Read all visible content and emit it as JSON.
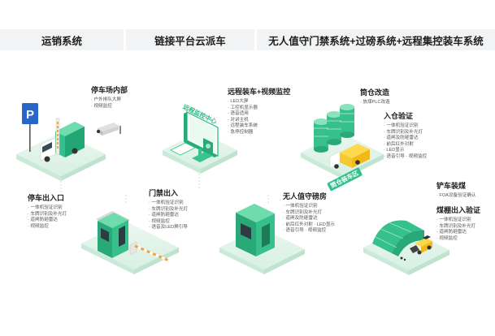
{
  "header": {
    "col1": "运销系统",
    "col2": "链接平台云派车",
    "col3": "无人值守门禁系统+过磅系统+远程集控装车系统"
  },
  "icons": {
    "parking_sign": "P"
  },
  "overlays": {
    "monitor_center": "远程监控中心",
    "warehouse_area": "筒仓装车区"
  },
  "blocks": {
    "parking_inside": {
      "title": "停车场内部",
      "items": [
        "· 户外排队大屏",
        "· 视频监控"
      ]
    },
    "parking_gate": {
      "title": "停车出入口",
      "items": [
        "· 一体机验证识别",
        "· 车牌识别及补光灯",
        "· 道闸防砸雷达",
        "· 视频监控"
      ]
    },
    "remote_loading": {
      "title": "远程装车+视频监控",
      "items": [
        "· LED大屏",
        "· 工控机显示器",
        "· 语音适用",
        "· 对讲主机",
        "· 远程装车系统",
        "· 急停控制器"
      ]
    },
    "gate_access": {
      "title": "门禁出入",
      "items": [
        "· 一体机验证识别",
        "· 车牌识别及补光灯",
        "· 道闸防砸雷达",
        "· 视频监控",
        "· 语音及LED屏引导"
      ]
    },
    "silo_retrofit": {
      "title": "筒仓改造",
      "items": [
        "· 放煤PLC改造"
      ]
    },
    "silo_verify": {
      "title": "入仓验证",
      "items": [
        "· 一体机验证识别",
        "· 车牌识别及补光灯",
        "· 道闸及防砸雷达",
        "· 前后红外对射",
        "· LED显示",
        "· 语音引导  · 视频监控"
      ]
    },
    "weigh_room": {
      "title": "无人值守磅房",
      "items": [
        "· 一体机验证识别",
        "· 车牌识别及补光灯",
        "· 道闸及防砸雷达",
        "· 前后红外对射  · LED显示",
        "· 语音引导  · 视频监控"
      ]
    },
    "loader": {
      "title": "铲车装煤",
      "items": [
        "· FOA设备验证确认"
      ]
    },
    "shed_verify": {
      "title": "煤棚出入验证",
      "items": [
        "· 一体机验证识别",
        "· 车牌识别及补光灯",
        "· 道闸防砸雷达",
        "· 视频监控"
      ]
    }
  }
}
